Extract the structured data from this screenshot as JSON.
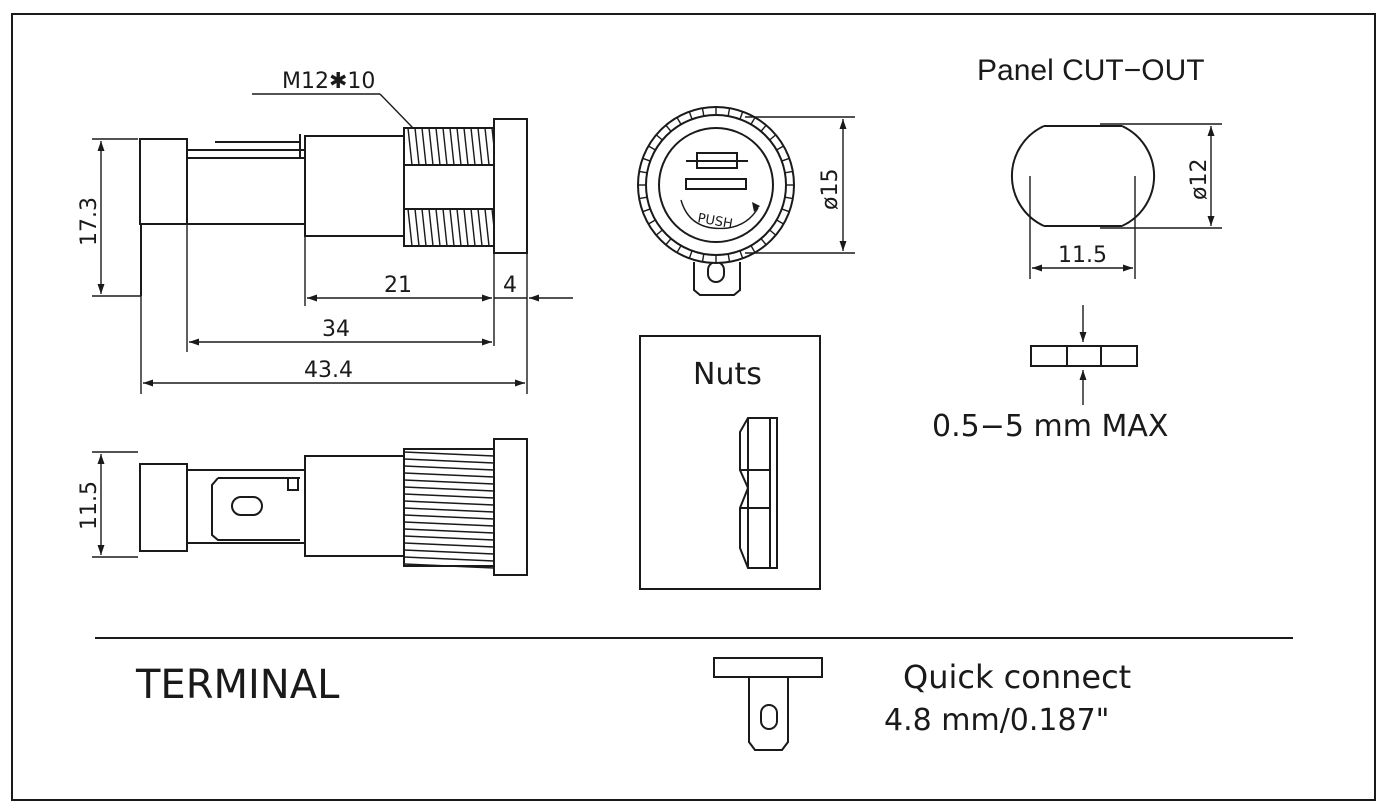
{
  "labels": {
    "thread": "M12✱10",
    "panel_cutout": "Panel CUT−OUT",
    "nuts": "Nuts",
    "terminal": "TERMINAL",
    "quick_connect": "Quick connect",
    "terminal_size": "4.8 mm/0.187\"",
    "panel_thickness": "0.5−5 mm MAX",
    "push": "PUSH"
  },
  "dimensions": {
    "height_side": "17.3",
    "len_21": "21",
    "len_4": "4",
    "len_34": "34",
    "len_434": "43.4",
    "width_top": "11.5",
    "dia_holder": "ø15",
    "dia_cutout": "ø12",
    "cutout_width": "11.5"
  },
  "colors": {
    "line": "#1a1a1a",
    "background": "#ffffff"
  }
}
